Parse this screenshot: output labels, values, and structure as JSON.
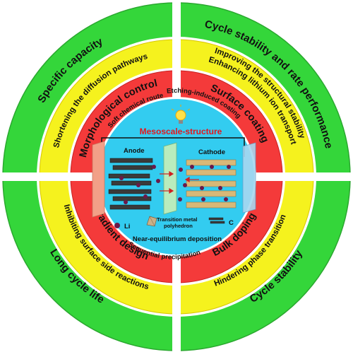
{
  "colors": {
    "outer_ring": "#34d63a",
    "middle_ring": "#f5f21e",
    "inner_ring": "#f43a3a",
    "core": "#33ccf0",
    "divider": "#ffffff",
    "title": "#e8151b",
    "electrode": "#f2a088",
    "separator": "#c8f0b8",
    "collector": "#a8d8f0"
  },
  "outer_ring": {
    "top_left": "Specific capacity",
    "top_right": "Cycle stability and rate performance",
    "bottom_left": "Long cycle life",
    "bottom_right": "Cycle stability"
  },
  "middle_ring": {
    "top_left": "Shortening the diffusion pathways",
    "top_right_line1": "Improving the structural stability",
    "top_right_line2": "Enhancing lithium ion transport",
    "bottom_left": "Inhibiting surface side reactions",
    "bottom_right": "Hindering phase transition"
  },
  "inner_ring": {
    "top_left": "Morphological control",
    "top_right": "Surface coating",
    "bottom_left": "Gradient design",
    "bottom_right": "Bulk doping"
  },
  "core": {
    "title": "Mesoscale-structure",
    "method_soft": "Soft chemical route",
    "method_etching": "Etching-induced coating",
    "method_near_eq": "Near-equilibrium deposition",
    "method_sequential": "Sequential precipitation",
    "anode_label": "Anode",
    "cathode_label": "Cathode",
    "legend_li": "Li",
    "legend_tm_line1": "Transition metal",
    "legend_tm_line2": "polyhedron",
    "legend_c": "C",
    "icons": [
      "lightbulb-icon",
      "lithium-ion-icon",
      "transition-metal-polyhedron-icon",
      "carbon-layer-icon"
    ]
  }
}
